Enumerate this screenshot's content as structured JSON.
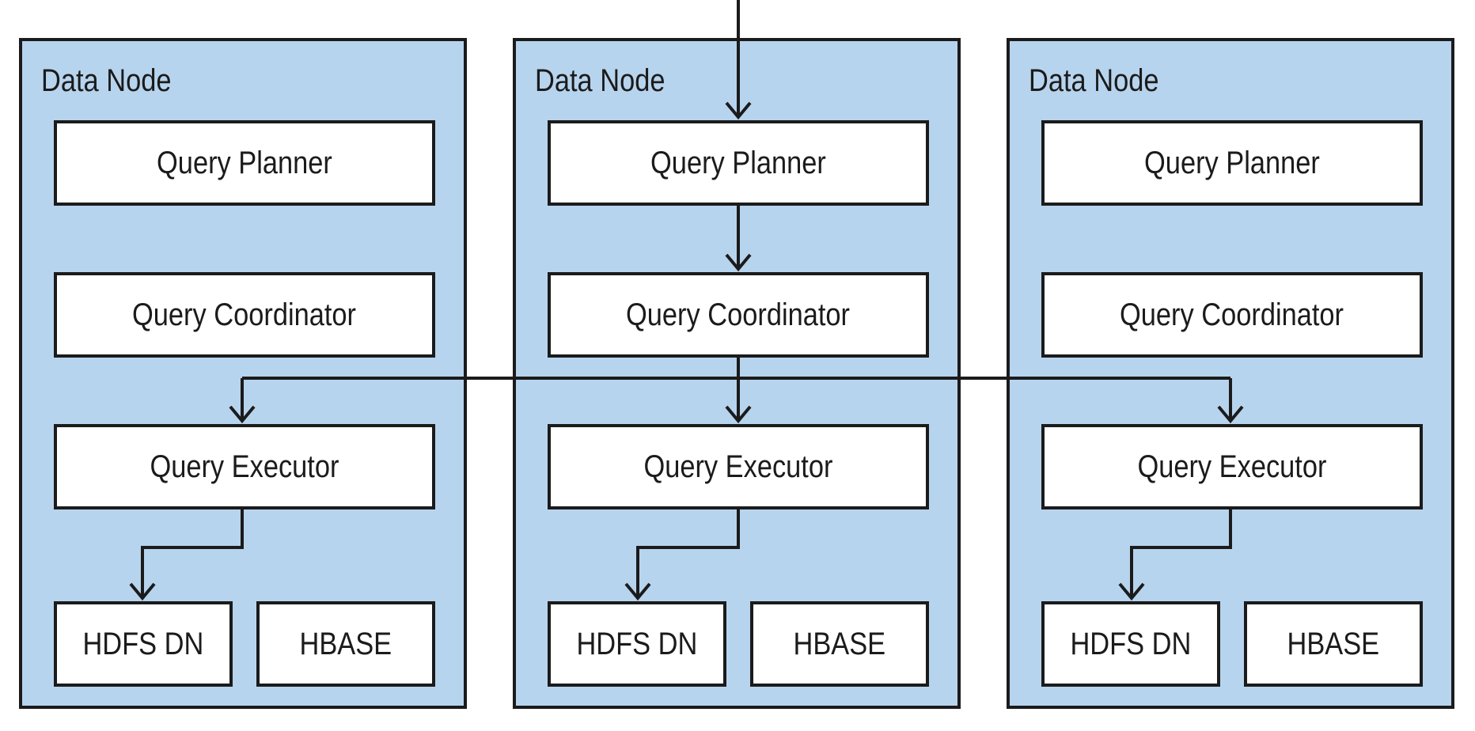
{
  "diagram": {
    "nodes": [
      {
        "title": "Data Node",
        "planner": "Query Planner",
        "coordinator": "Query Coordinator",
        "executor": "Query Executor",
        "storage": [
          "HDFS DN",
          "HBASE"
        ]
      },
      {
        "title": "Data Node",
        "planner": "Query Planner",
        "coordinator": "Query Coordinator",
        "executor": "Query Executor",
        "storage": [
          "HDFS DN",
          "HBASE"
        ]
      },
      {
        "title": "Data Node",
        "planner": "Query Planner",
        "coordinator": "Query Coordinator",
        "executor": "Query Executor",
        "storage": [
          "HDFS DN",
          "HBASE"
        ]
      }
    ],
    "colors": {
      "node_fill": "#b7d4ee",
      "box_fill": "#ffffff",
      "line": "#1b1b1b"
    }
  }
}
